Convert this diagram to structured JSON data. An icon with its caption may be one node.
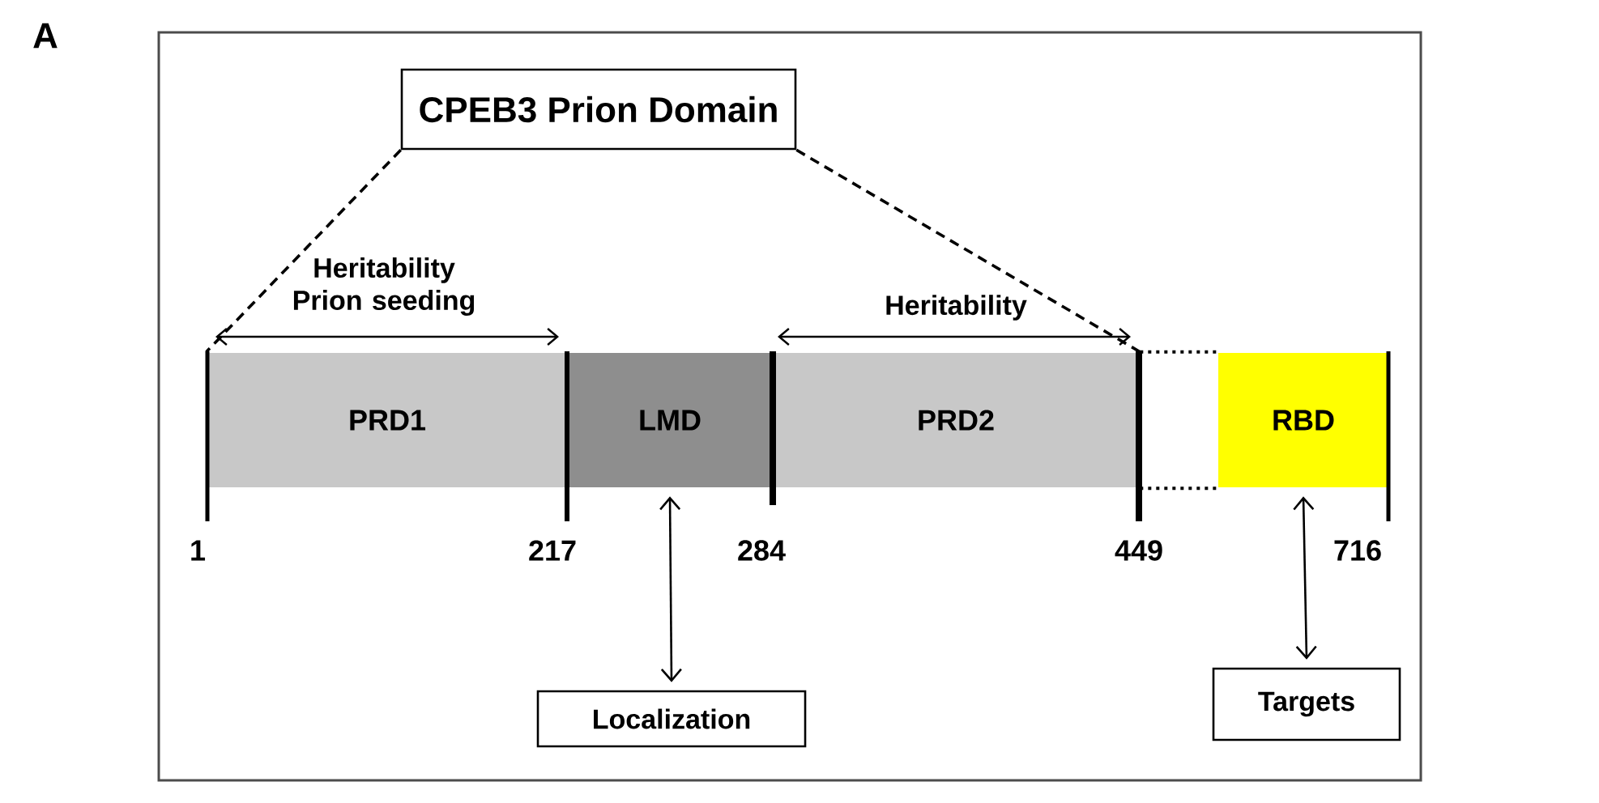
{
  "diagram": {
    "nodes": [
      {
        "text": [
          "CPEB3 Prion Domain"
        ]
      },
      {
        "text": [
          "PRD1"
        ]
      },
      {
        "text": [
          "LMD"
        ]
      },
      {
        "text": [
          "PRD2"
        ]
      },
      {
        "text": [
          "RBD"
        ]
      },
      {
        "text": [
          "Localization"
        ]
      },
      {
        "text": [
          "Targets"
        ]
      }
    ],
    "edges": [
      {
        "from": 0,
        "to": 1,
        "arrow": "none",
        "style": "dashed"
      },
      {
        "from": 0,
        "to": 3,
        "arrow": "none",
        "style": "dashed"
      },
      {
        "from": 3,
        "to": 4,
        "arrow": "none",
        "style": "dashed"
      },
      {
        "from": 3,
        "to": 4,
        "arrow": "none",
        "style": "dashed"
      },
      {
        "from": 2,
        "to": 5,
        "arrow": "both"
      },
      {
        "from": 4,
        "to": 6,
        "arrow": "both"
      }
    ],
    "labels": [
      "A",
      "Heritability Prion seeding",
      "Heritability",
      "1",
      "217",
      "284",
      "449",
      "716"
    ]
  }
}
